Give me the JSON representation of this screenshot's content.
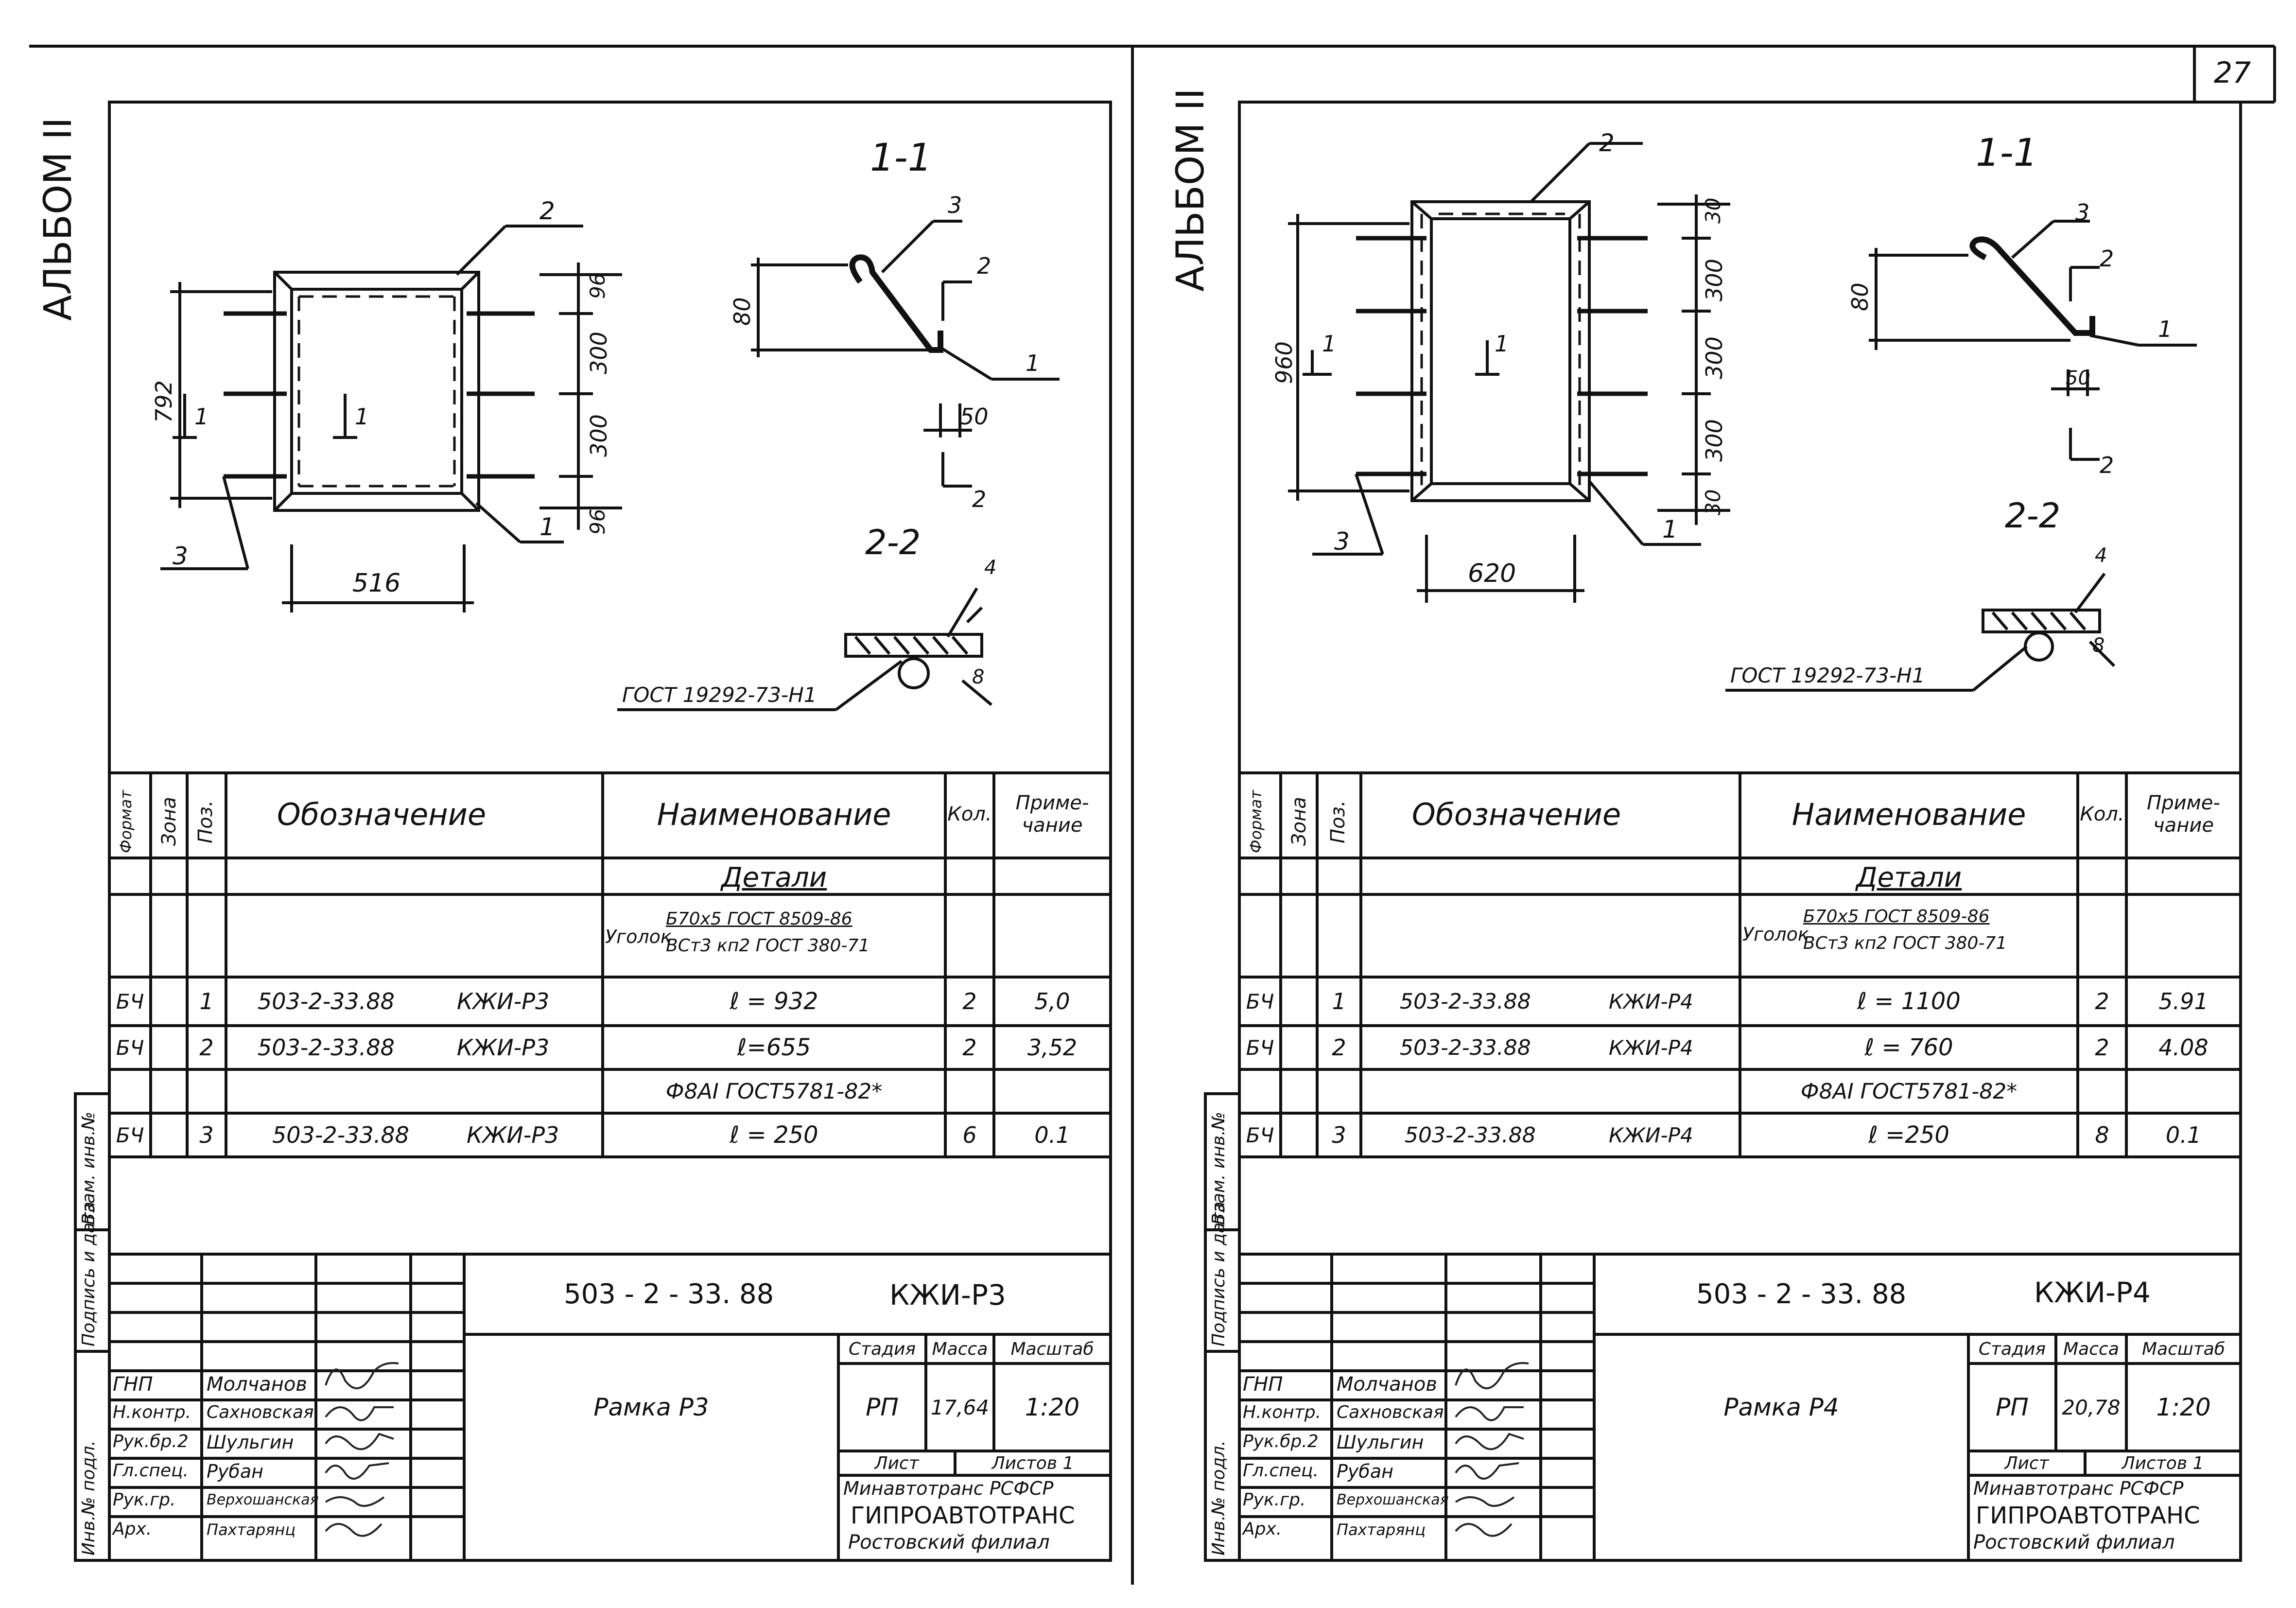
{
  "page_number": "27",
  "album_label": "АЛЬБОМ II",
  "sheets": [
    {
      "id": "p3",
      "section_1_1": "1-1",
      "section_2_2": "2-2",
      "dims": {
        "height": "792",
        "width": "516",
        "top": "96",
        "mid1": "300",
        "mid2": "300",
        "bottom": "96",
        "angle_h": "80",
        "gap": "50",
        "weld": "4",
        "weld_b": "8"
      },
      "callouts": {
        "c1": "1",
        "c2": "2",
        "c3": "3",
        "cut1": "1",
        "cut2": "2"
      },
      "weld_note": "ГОСТ 19292-73-Н1",
      "spec_headers": {
        "format": "Формат",
        "zone": "Зона",
        "pos": "Поз.",
        "designation": "Обозначение",
        "name": "Наименование",
        "qty": "Кол.",
        "note": "Приме-чание"
      },
      "section_title": "Детали",
      "material_prefix": "Уголок",
      "material_top": "Б70х5 ГОСТ 8509-86",
      "material_bottom": "ВСт3 кп2 ГОСТ 380-71",
      "rows": [
        {
          "format": "БЧ",
          "pos": "1",
          "designation": "503-2-33.88",
          "code": "КЖИ-Р3",
          "name": "ℓ = 932",
          "qty": "2",
          "note": "5,0"
        },
        {
          "format": "БЧ",
          "pos": "2",
          "designation": "503-2-33.88",
          "code": "КЖИ-Р3",
          "name": "ℓ=655",
          "qty": "2",
          "note": "3,52"
        },
        {
          "format": "",
          "pos": "",
          "designation": "",
          "code": "",
          "name": "Ф8АI ГОСТ5781-82*",
          "qty": "",
          "note": ""
        },
        {
          "format": "БЧ",
          "pos": "3",
          "designation": "503-2-33.88",
          "code": "КЖИ-Р3",
          "name": "ℓ = 250",
          "qty": "6",
          "note": "0.1"
        }
      ],
      "side_stamp": [
        "Инв.№ подл.",
        "Подпись и дата",
        "Взам. инв.№"
      ],
      "title_code": "503 - 2 - 33. 88",
      "title_mark": "КЖИ-Р3",
      "part_name": "Рамка Р3",
      "stage_header": "Стадия",
      "mass_header": "Масса",
      "scale_header": "Масштаб",
      "stage": "РП",
      "mass": "17,64",
      "scale": "1:20",
      "sheet_label": "Лист",
      "sheets_label": "Листов 1",
      "org1": "Минавтотранс РСФСР",
      "org2": "ГИПРОАВТОТРАНС",
      "org3": "Ростовский филиал",
      "staff": [
        {
          "role": "ГНП",
          "name": "Молчанов"
        },
        {
          "role": "Н.контр.",
          "name": "Сахновская"
        },
        {
          "role": "Рук.бр.2",
          "name": "Шульгин"
        },
        {
          "role": "Гл.спец.",
          "name": "Рубан"
        },
        {
          "role": "Рук.гр.",
          "name": "Верхошанская"
        },
        {
          "role": "Арх.",
          "name": "Пахтарянц"
        }
      ]
    },
    {
      "id": "p4",
      "section_1_1": "1-1",
      "section_2_2": "2-2",
      "dims": {
        "height": "960",
        "width": "620",
        "top": "30",
        "mid1": "300",
        "mid2": "300",
        "mid3": "300",
        "bottom": "30",
        "angle_h": "80",
        "gap": "50",
        "weld": "4",
        "weld_b": "8"
      },
      "callouts": {
        "c1": "1",
        "c2": "2",
        "c3": "3",
        "cut1": "1",
        "cut2": "2"
      },
      "weld_note": "ГОСТ 19292-73-Н1",
      "spec_headers": {
        "format": "Формат",
        "zone": "Зона",
        "pos": "Поз.",
        "designation": "Обозначение",
        "name": "Наименование",
        "qty": "Кол.",
        "note": "Приме-чание"
      },
      "section_title": "Детали",
      "material_prefix": "Уголок",
      "material_top": "Б70х5 ГОСТ 8509-86",
      "material_bottom": "ВСт3 кп2 ГОСТ 380-71",
      "rows": [
        {
          "format": "БЧ",
          "pos": "1",
          "designation": "503-2-33.88",
          "code": "КЖИ-Р4",
          "name": "ℓ = 1100",
          "qty": "2",
          "note": "5.91"
        },
        {
          "format": "БЧ",
          "pos": "2",
          "designation": "503-2-33.88",
          "code": "КЖИ-Р4",
          "name": "ℓ = 760",
          "qty": "2",
          "note": "4.08"
        },
        {
          "format": "",
          "pos": "",
          "designation": "",
          "code": "",
          "name": "Ф8АI ГОСТ5781-82*",
          "qty": "",
          "note": ""
        },
        {
          "format": "БЧ",
          "pos": "3",
          "designation": "503-2-33.88",
          "code": "КЖИ-Р4",
          "name": "ℓ =250",
          "qty": "8",
          "note": "0.1"
        }
      ],
      "side_stamp": [
        "Инв.№ подл.",
        "Подпись и дата",
        "Взам. инв.№"
      ],
      "title_code": "503 - 2 - 33. 88",
      "title_mark": "КЖИ-Р4",
      "part_name": "Рамка Р4",
      "stage_header": "Стадия",
      "mass_header": "Масса",
      "scale_header": "Масштаб",
      "stage": "РП",
      "mass": "20,78",
      "scale": "1:20",
      "sheet_label": "Лист",
      "sheets_label": "Листов 1",
      "org1": "Минавтотранс РСФСР",
      "org2": "ГИПРОАВТОТРАНС",
      "org3": "Ростовский филиал",
      "staff": [
        {
          "role": "ГНП",
          "name": "Молчанов"
        },
        {
          "role": "Н.контр.",
          "name": "Сахновская"
        },
        {
          "role": "Рук.бр.2",
          "name": "Шульгин"
        },
        {
          "role": "Гл.спец.",
          "name": "Рубан"
        },
        {
          "role": "Рук.гр.",
          "name": "Верхошанская"
        },
        {
          "role": "Арх.",
          "name": "Пахтарянц"
        }
      ]
    }
  ]
}
